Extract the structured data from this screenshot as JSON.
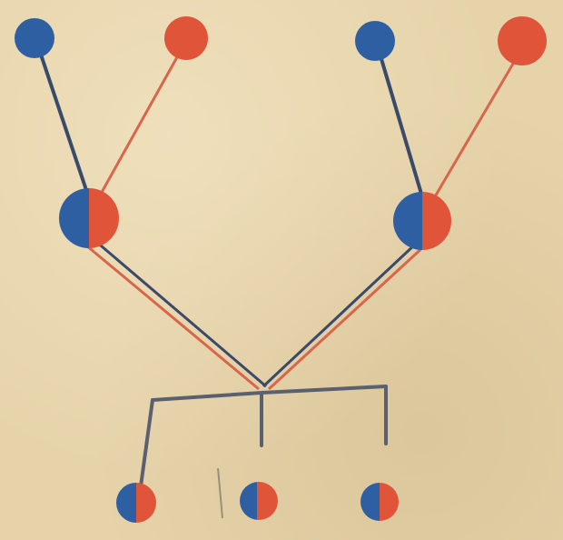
{
  "colors": {
    "paper": "#e6d3aa",
    "blue": "#2f5fa3",
    "red": "#e0553a",
    "blue_line": "#3a4a6a",
    "red_line": "#d8664c",
    "trunk": "#5a6070"
  },
  "grandparents": [
    {
      "id": "gp1",
      "color": "blue",
      "icon": "blue-circle-icon"
    },
    {
      "id": "gp2",
      "color": "red",
      "icon": "red-circle-icon"
    },
    {
      "id": "gp3",
      "color": "blue",
      "icon": "blue-circle-icon"
    },
    {
      "id": "gp4",
      "color": "red",
      "icon": "red-circle-icon"
    }
  ],
  "parents": [
    {
      "id": "p1",
      "mix": "half-blue-half-red",
      "icon": "half-blue-half-red-circle-icon"
    },
    {
      "id": "p2",
      "mix": "half-blue-half-red",
      "icon": "half-blue-half-red-circle-icon"
    }
  ],
  "offspring": [
    {
      "id": "o1",
      "mix": "half-blue-half-red",
      "icon": "half-blue-half-red-circle-icon"
    },
    {
      "id": "o2",
      "mix": "half-blue-half-red",
      "icon": "half-blue-half-red-circle-icon"
    },
    {
      "id": "o3",
      "mix": "half-blue-half-red",
      "icon": "half-blue-half-red-circle-icon"
    }
  ]
}
